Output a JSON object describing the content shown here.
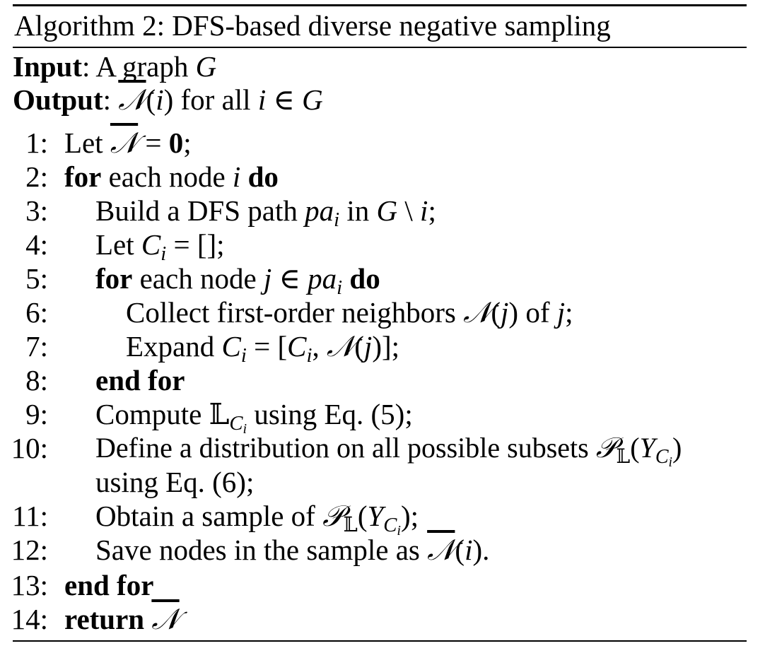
{
  "algorithm": {
    "title": "Algorithm 2: DFS-based diverse negative sampling",
    "input_label": "Input",
    "input_text": ": A graph ",
    "input_var": "G",
    "output_label": "Output",
    "output_sym": "𝒩",
    "output_text_1": "(",
    "output_var_i": "i",
    "output_text_2": ") for all ",
    "output_var_i2": "i",
    "output_text_3": " ∈ ",
    "output_var_G": "G",
    "steps": [
      {
        "num": "1:",
        "a": "Let ",
        "sym": "𝒩",
        "b": " = ",
        "bold": "0",
        "c": ";"
      },
      {
        "num": "2:",
        "kw1": "for",
        "a": " each node ",
        "var": "i",
        "kw2": " do"
      },
      {
        "num": "3:",
        "a": "Build a DFS path ",
        "var": "pa",
        "sub": "i",
        "b": " in ",
        "var2": "G",
        "c": " \\ ",
        "var3": "i",
        "d": ";"
      },
      {
        "num": "4:",
        "a": "Let ",
        "var": "C",
        "sub": "i",
        "b": " = [];"
      },
      {
        "num": "5:",
        "kw1": "for",
        "a": " each node ",
        "var": "j",
        "b": " ∈ ",
        "var2": "pa",
        "sub": "i",
        "kw2": " do"
      },
      {
        "num": "6:",
        "a": "Collect first-order neighbors ",
        "sym": "𝒩",
        "b": "(",
        "var": "j",
        "c": ") of ",
        "var2": "j",
        "d": ";"
      },
      {
        "num": "7:",
        "a": "Expand ",
        "var": "C",
        "sub": "i",
        "b": " = [",
        "var2": "C",
        "sub2": "i",
        "c": ", ",
        "sym": "𝒩",
        "d": "(",
        "var3": "j",
        "e": ")];"
      },
      {
        "num": "8:",
        "kw1": "end for"
      },
      {
        "num": "9:",
        "a": "Compute ",
        "sym": "𝕃",
        "var": "C",
        "sub": "i",
        "b": " using Eq. (5);"
      },
      {
        "num": "10:",
        "a": "Define a distribution on all possible subsets ",
        "sym": "𝒫",
        "sym2": "𝕃",
        "b": "(",
        "var": "Y",
        "subvar": "C",
        "sub": "i",
        "c": ")"
      },
      {
        "num": "",
        "a": "using Eq. (6);"
      },
      {
        "num": "11:",
        "a": "Obtain a sample of ",
        "sym": "𝒫",
        "sym2": "𝕃",
        "b": "(",
        "var": "Y",
        "subvar": "C",
        "sub": "i",
        "c": ");"
      },
      {
        "num": "12:",
        "a": "Save nodes in the sample as ",
        "sym": "𝒩",
        "b": "(",
        "var": "i",
        "c": ")."
      },
      {
        "num": "13:",
        "kw1": "end for"
      },
      {
        "num": "14:",
        "kw1": "return",
        "sym": "𝒩"
      }
    ]
  }
}
